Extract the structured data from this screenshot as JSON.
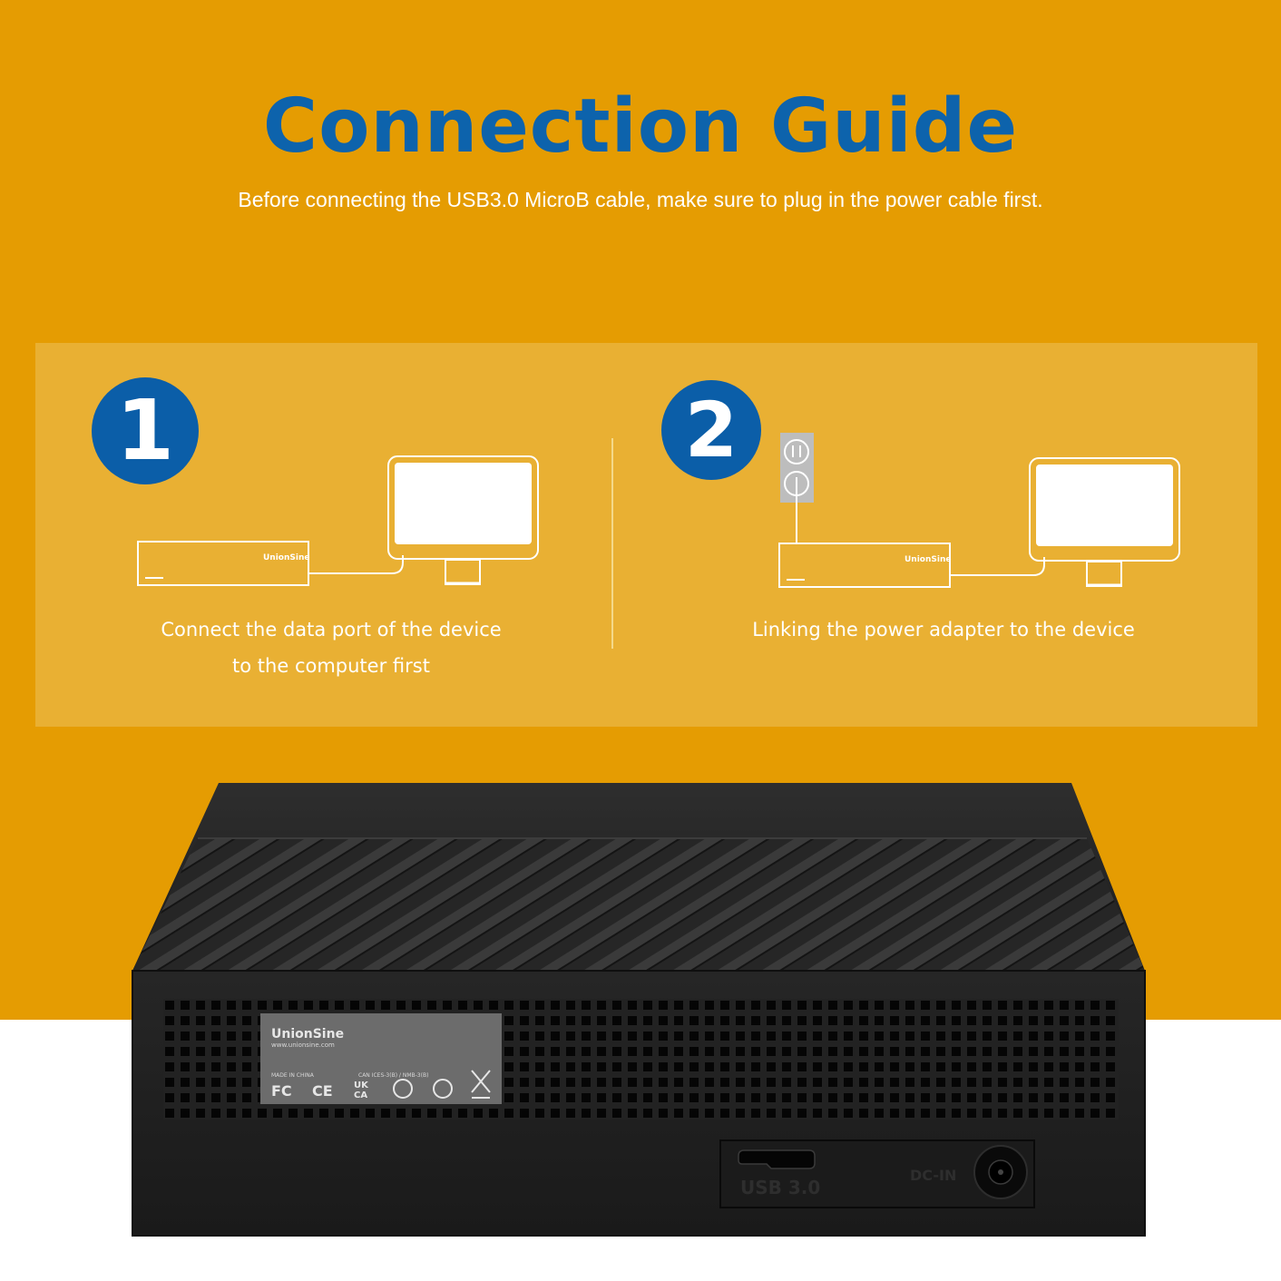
{
  "header": {
    "title": "Connection Guide",
    "subtitle": "Before connecting the USB3.0 MicroB cable, make sure to plug in the power cable first."
  },
  "steps": [
    {
      "number": "1",
      "caption_line1": "Connect the data port of the device",
      "caption_line2": "to the computer first",
      "device_brand": "UnionSine"
    },
    {
      "number": "2",
      "caption_line1": "Linking the power adapter to the device",
      "device_brand": "UnionSine"
    }
  ],
  "device": {
    "label_brand": "UnionSine",
    "label_url": "www.unionsine.com",
    "label_made_in": "MADE IN CHINA",
    "label_compliance": "CAN ICES-3(B) / NMB-3(B)",
    "port_usb": "USB 3.0",
    "port_dc": "DC-IN"
  },
  "colors": {
    "accent_orange": "#e59c02",
    "panel_yellow": "#e9b033",
    "title_blue": "#0d63ac",
    "badge_blue": "#0b5ea8"
  }
}
